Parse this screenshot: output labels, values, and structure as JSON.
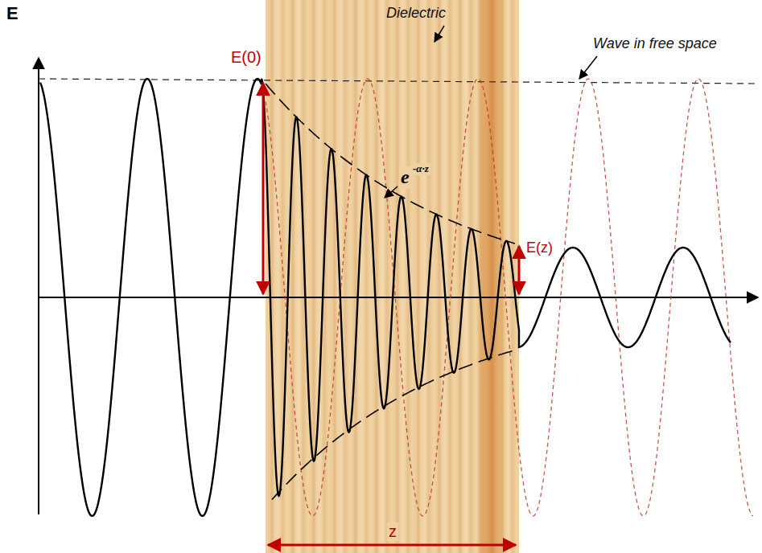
{
  "diagram": {
    "nodes": [
      {
        "text": [
          "Dielectric"
        ]
      }
    ],
    "labels": [
      "E",
      "E(0)",
      "Wave in free space",
      "e",
      "-α·z",
      "E(z)",
      "z"
    ]
  }
}
